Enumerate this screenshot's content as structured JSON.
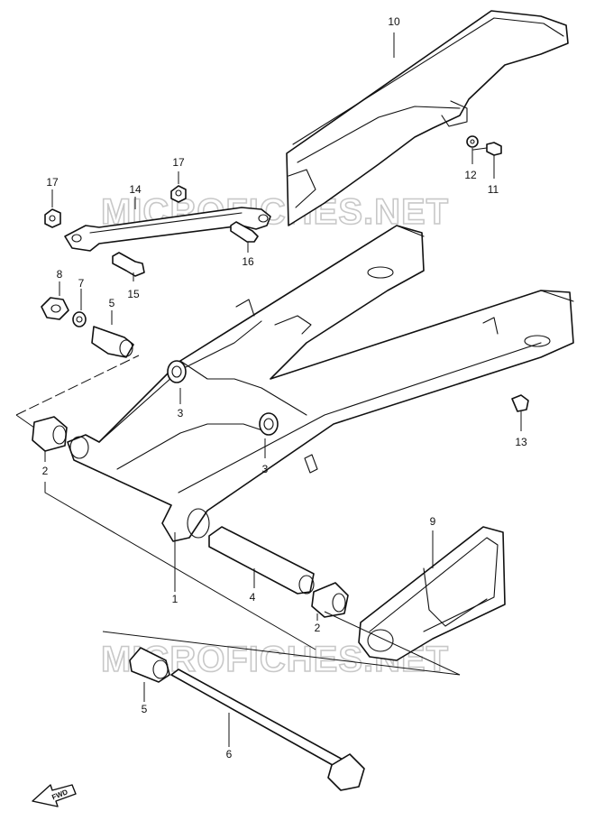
{
  "watermark": {
    "text_top": "MICROFICHES.NET",
    "text_bottom": "MICROFICHES.NET"
  },
  "direction_indicator": {
    "label": "FWD"
  },
  "callouts": [
    {
      "number": "1"
    },
    {
      "number": "2"
    },
    {
      "number": "2"
    },
    {
      "number": "3"
    },
    {
      "number": "3"
    },
    {
      "number": "4"
    },
    {
      "number": "5"
    },
    {
      "number": "5"
    },
    {
      "number": "6"
    },
    {
      "number": "7"
    },
    {
      "number": "8"
    },
    {
      "number": "9"
    },
    {
      "number": "10"
    },
    {
      "number": "11"
    },
    {
      "number": "12"
    },
    {
      "number": "13"
    },
    {
      "number": "14"
    },
    {
      "number": "15"
    },
    {
      "number": "16"
    },
    {
      "number": "17"
    },
    {
      "number": "17"
    }
  ]
}
